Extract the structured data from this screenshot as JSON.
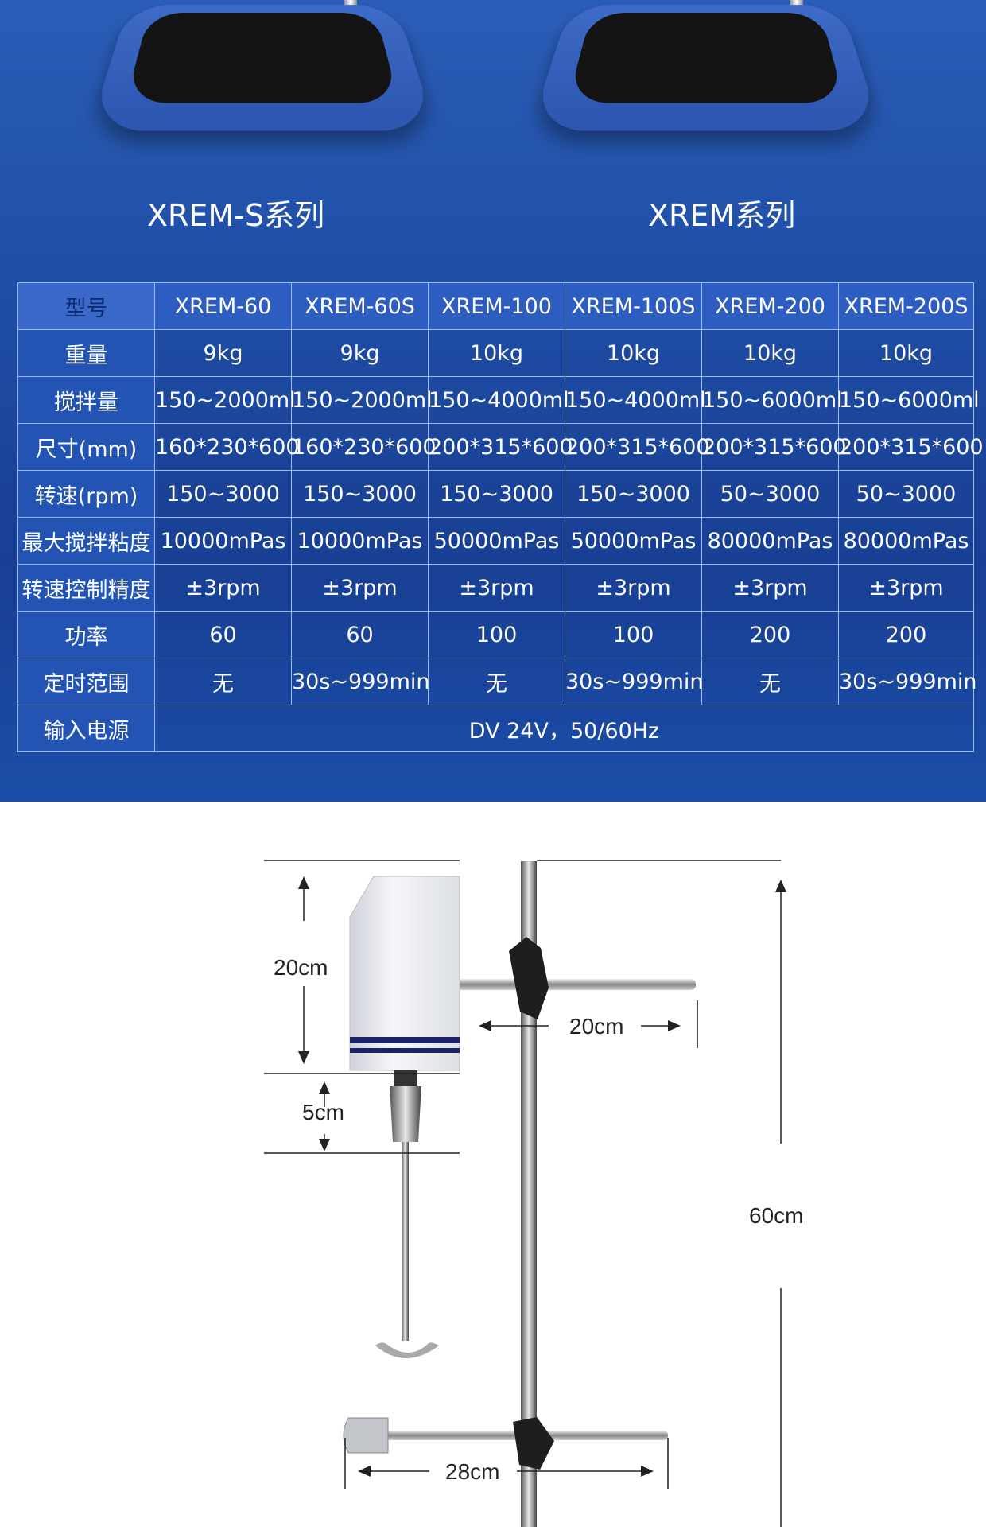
{
  "series": {
    "left": "XREM-S系列",
    "right": "XREM系列"
  },
  "table": {
    "header_label": "型号",
    "models": [
      "XREM-60",
      "XREM-60S",
      "XREM-100",
      "XREM-100S",
      "XREM-200",
      "XREM-200S"
    ],
    "rows": [
      {
        "label": "重量",
        "values": [
          "9kg",
          "9kg",
          "10kg",
          "10kg",
          "10kg",
          "10kg"
        ]
      },
      {
        "label": "搅拌量",
        "values": [
          "150~2000ml",
          "150~2000ml",
          "150~4000ml",
          "150~4000ml",
          "150~6000ml",
          "150~6000ml"
        ]
      },
      {
        "label": "尺寸(mm)",
        "values": [
          "160*230*600",
          "160*230*600",
          "200*315*600",
          "200*315*600",
          "200*315*600",
          "200*315*600"
        ]
      },
      {
        "label": "转速(rpm)",
        "values": [
          "150~3000",
          "150~3000",
          "150~3000",
          "150~3000",
          "50~3000",
          "50~3000"
        ]
      },
      {
        "label": "最大搅拌粘度",
        "values": [
          "10000mPas",
          "10000mPas",
          "50000mPas",
          "50000mPas",
          "80000mPas",
          "80000mPas"
        ]
      },
      {
        "label": "转速控制精度",
        "values": [
          "±3rpm",
          "±3rpm",
          "±3rpm",
          "±3rpm",
          "±3rpm",
          "±3rpm"
        ]
      },
      {
        "label": "功率",
        "values": [
          "60",
          "60",
          "100",
          "100",
          "200",
          "200"
        ]
      },
      {
        "label": "定时范围",
        "values": [
          "无",
          "30s~999min",
          "无",
          "30s~999min",
          "无",
          "30s~999min"
        ]
      }
    ],
    "power": {
      "label": "输入电源",
      "value": "DV 24V，50/60Hz"
    }
  },
  "dimensions": {
    "head_height": "20cm",
    "chuck_gap": "5cm",
    "arm_length": "20cm",
    "total_height": "60cm",
    "clamp_length": "28cm"
  }
}
